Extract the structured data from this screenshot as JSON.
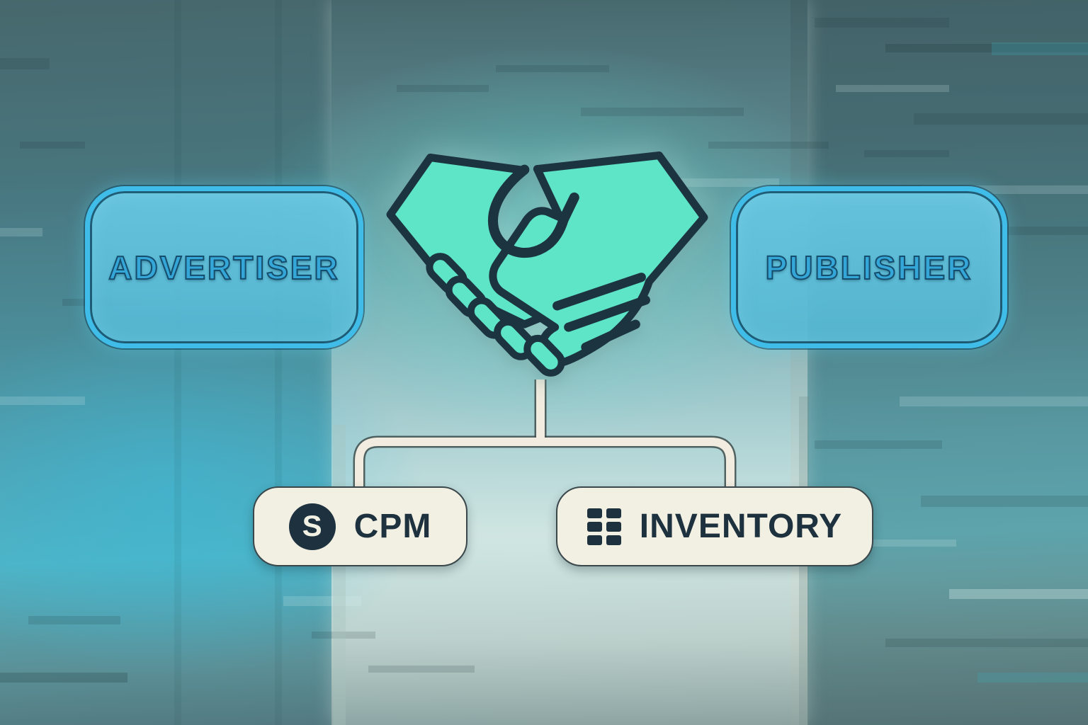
{
  "nodes": {
    "advertiser": {
      "label": "ADVERTISER"
    },
    "publisher": {
      "label": "PUBLISHER"
    },
    "cpm": {
      "label": "CPM",
      "icon": "dollar-circle-icon",
      "icon_letter": "S"
    },
    "inventory": {
      "label": "INVENTORY",
      "icon": "grid-icon"
    }
  },
  "center_icon": {
    "name": "handshake-icon",
    "meaning": "agreement between advertiser and publisher"
  },
  "colors": {
    "node_border": "#3fbde8",
    "node_text": "#35a6d8",
    "handshake_fill": "#5ee4c6",
    "handshake_outline": "#1c3440",
    "connector": "#f1ecdf",
    "card_fill": "#f2efe3",
    "card_text": "#1d313e"
  }
}
